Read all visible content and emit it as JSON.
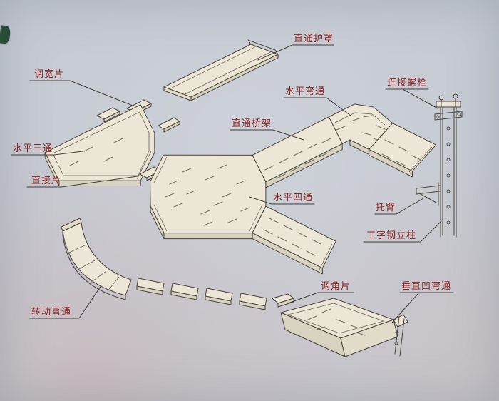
{
  "colors": {
    "paper": "#c8ccd3",
    "line": "#4a443c",
    "part_fill": "#ebe6d5",
    "label_text": "#8b2420",
    "corner_mark": "#234b31"
  },
  "labels": {
    "straight_cover": "直通护罩",
    "width_adjust_piece": "调宽片",
    "horizontal_bend": "水平弯通",
    "connecting_bolt": "连接螺栓",
    "straight_tray": "直通桥架",
    "horizontal_tee": "水平三通",
    "direct_piece": "直接片",
    "horizontal_cross": "水平四通",
    "support_arm": "托臂",
    "i_beam_column": "工字钢立柱",
    "angle_adjust_piece": "调角片",
    "vertical_concave_bend": "垂直凹弯通",
    "rotating_bend": "转动弯通"
  }
}
